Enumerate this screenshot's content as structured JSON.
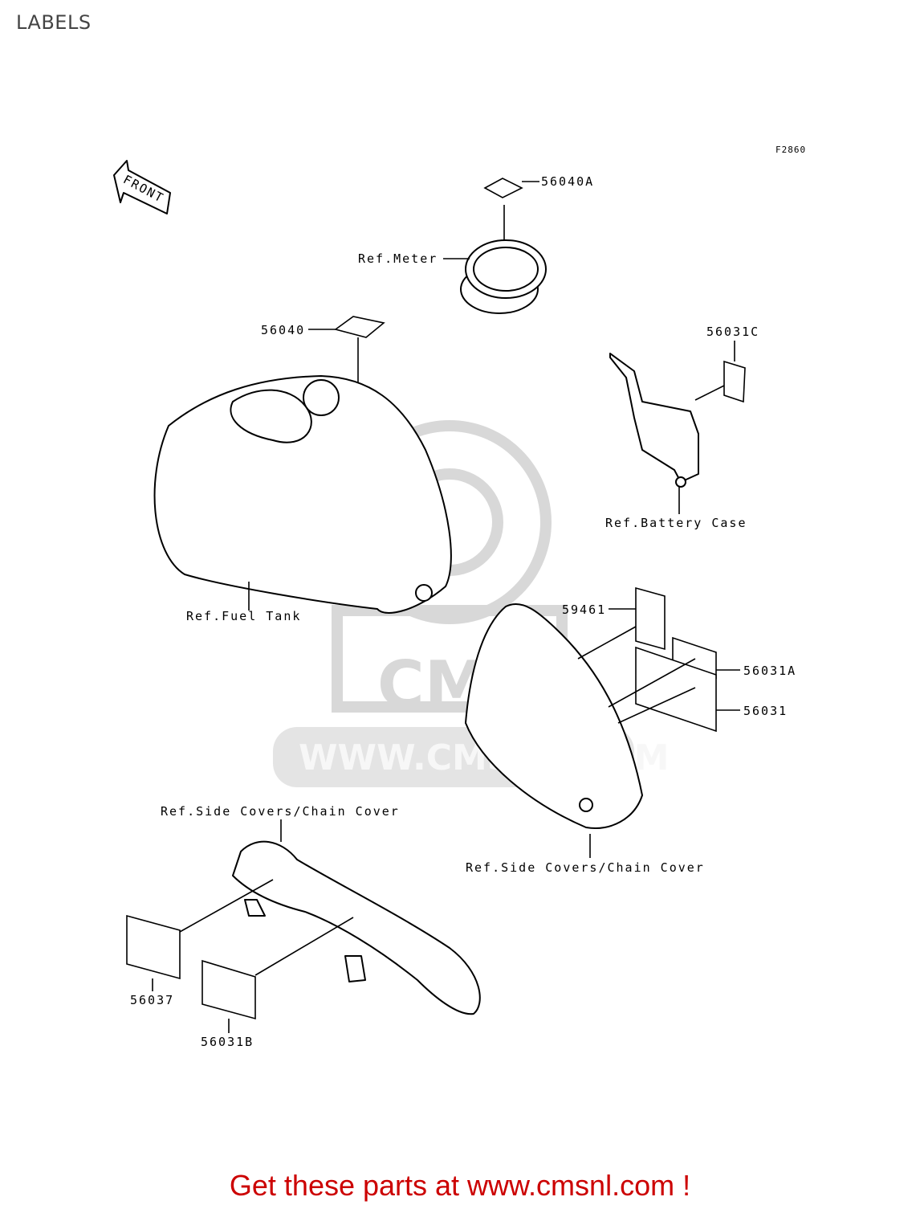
{
  "page": {
    "title": "LABELS"
  },
  "figure_code": "F2860",
  "front_marker": "FRONT",
  "watermark": {
    "text": "WWW.CMSNL.COM",
    "logo_text": "CMS"
  },
  "parts": {
    "p56040A": "56040A",
    "p56040": "56040",
    "p56031C": "56031C",
    "p59461": "59461",
    "p56031A": "56031A",
    "p56031": "56031",
    "p56037": "56037",
    "p56031B": "56031B"
  },
  "references": {
    "meter": "Ref.Meter",
    "battery_case": "Ref.Battery Case",
    "fuel_tank": "Ref.Fuel Tank",
    "side_covers_left": "Ref.Side Covers/Chain Cover",
    "side_covers_right": "Ref.Side Covers/Chain Cover"
  },
  "footer": {
    "text": "Get these parts at www.cmsnl.com !"
  },
  "colors": {
    "footer": "#cc0000",
    "watermark": "#d8d8d8",
    "line": "#000000"
  }
}
